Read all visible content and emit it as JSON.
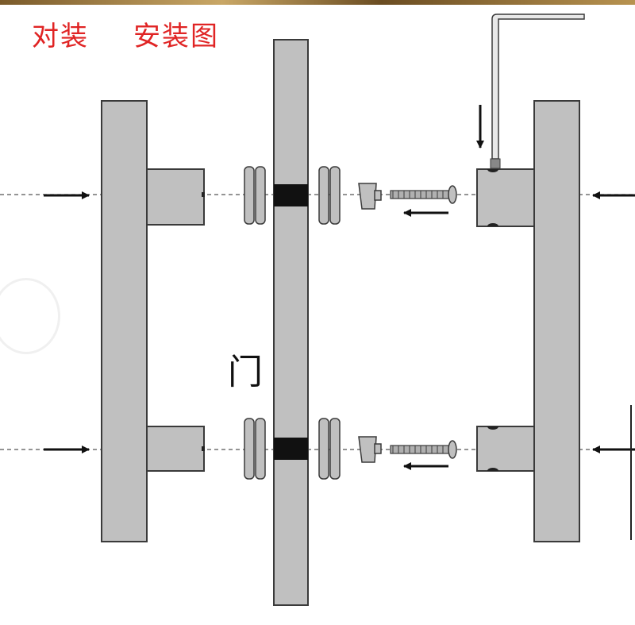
{
  "title": {
    "left": "对装",
    "right": "安装图"
  },
  "door_label": "门",
  "colors": {
    "title": "#e02424",
    "part_fill": "#c0c0c0",
    "part_stroke": "#3a3a3a",
    "spacer": "#111111",
    "arrow": "#111111",
    "guide_line": "#555555"
  }
}
